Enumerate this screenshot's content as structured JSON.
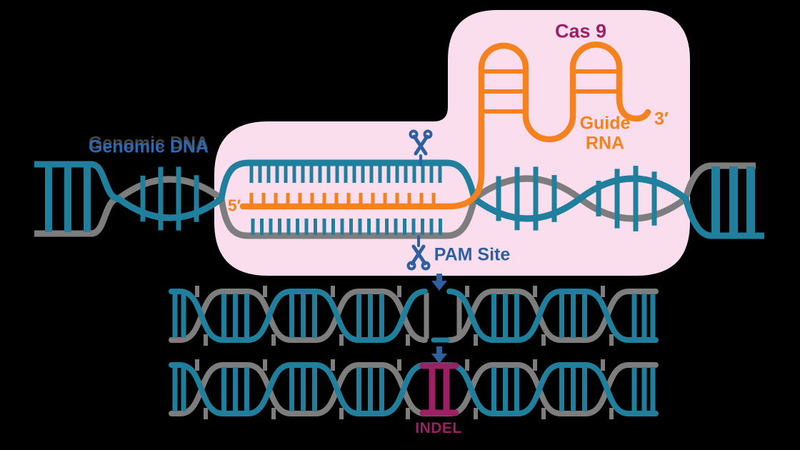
{
  "labels": {
    "genomic_dna": "Genomic DNA",
    "cas9": "Cas 9",
    "guide_rna_line1": "Guide",
    "guide_rna_line2": "RNA",
    "three_prime": "3′",
    "five_prime": "5′",
    "pam_site": "PAM Site",
    "indel": "INDEL"
  },
  "colors": {
    "background": "#000000",
    "blob_pink": "#fbdeee",
    "dna_teal": "#1f7f9c",
    "dna_gray": "#7d7d7d",
    "rna_orange": "#f5811f",
    "accent_blue": "#2e5f9f",
    "label_blue": "#2d68b2",
    "maroon": "#9e2064"
  },
  "icons": {
    "scissors_top": "scissors-icon",
    "scissors_bottom": "scissors-icon",
    "arrow_cut": "down-arrow-icon",
    "arrow_repair": "down-arrow-icon"
  }
}
